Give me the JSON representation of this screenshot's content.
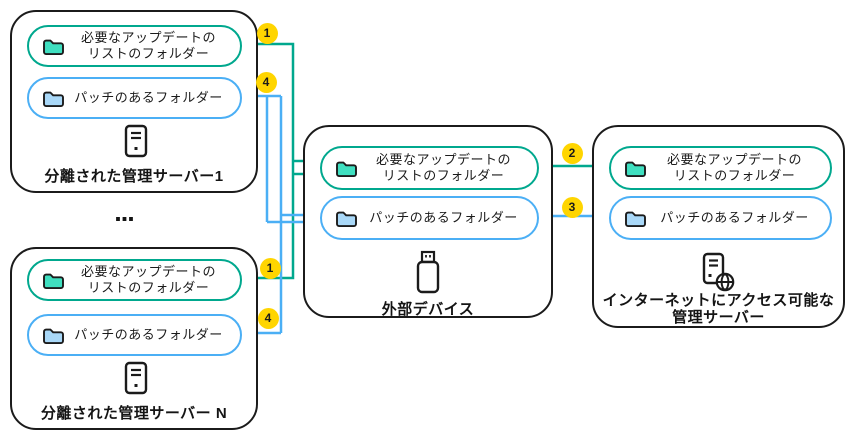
{
  "colors": {
    "teal": "#00A88E",
    "teal_folder_fill": "#3FDFC0",
    "blue": "#4BAFF5",
    "blue_folder_fill": "#A9D8F8",
    "badge_yellow": "#FFD500",
    "ink": "#1B1B1B"
  },
  "folders": {
    "updates": {
      "line1": "必要なアップデートの",
      "line2": "リストのフォルダー"
    },
    "patches": {
      "label": "パッチのあるフォルダー"
    }
  },
  "nodes": {
    "server1": {
      "label": "分離された管理サーバー1"
    },
    "serverN": {
      "label": "分離された管理サーバー N"
    },
    "device": {
      "label": "外部デバイス"
    },
    "internet_server": {
      "line1": "インターネットにアクセス可能な",
      "line2": "管理サーバー"
    }
  },
  "badges": {
    "step1": "1",
    "step2": "2",
    "step3": "3",
    "step4": "4"
  },
  "separator": {
    "ellipsis": "..."
  }
}
